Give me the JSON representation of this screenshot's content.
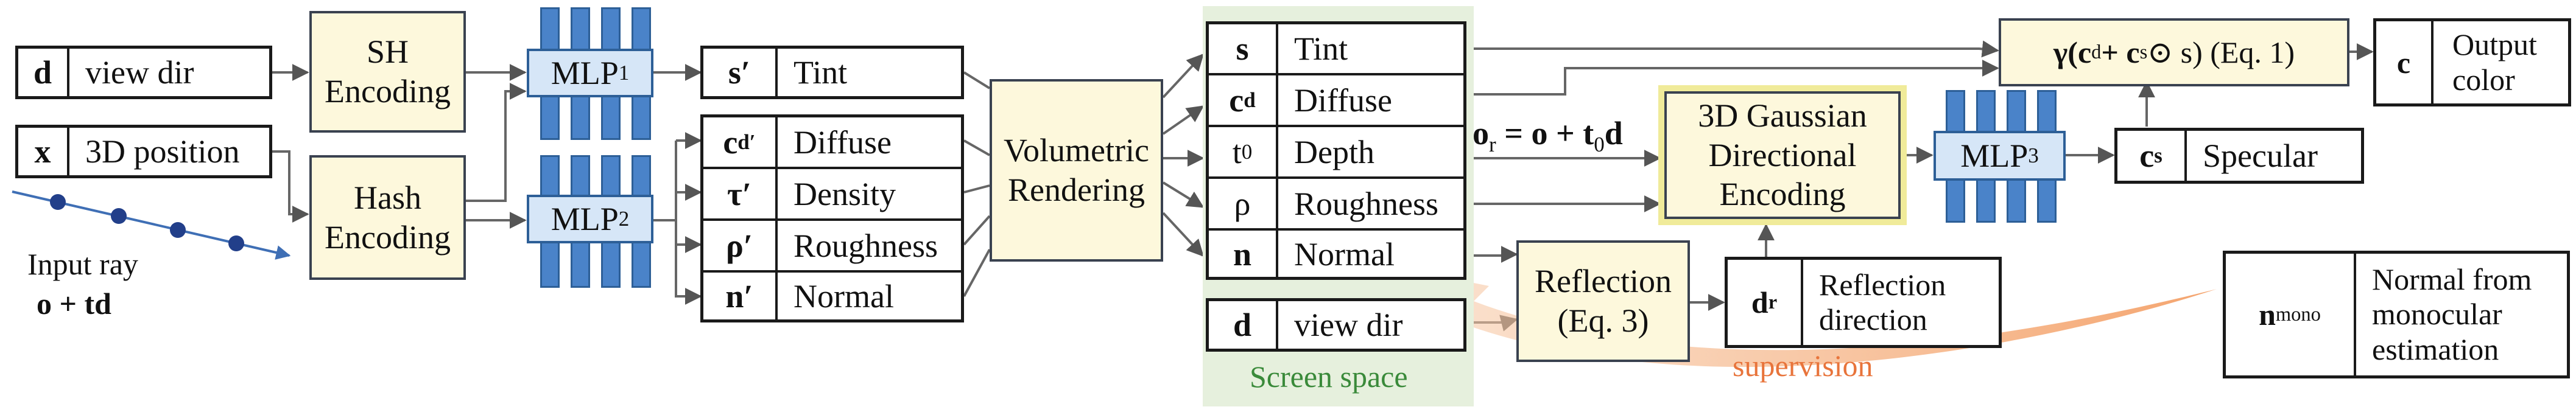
{
  "colors": {
    "accent_blue": "#4a83c9",
    "panel_green": "#e6f0dd",
    "module_yellow": "#fdf8dc",
    "supervision_orange": "#f0a070"
  },
  "inputs": {
    "view_dir": {
      "symbol": "d",
      "label": "view dir"
    },
    "position": {
      "symbol": "x",
      "label": "3D position"
    },
    "ray_label": "Input ray",
    "ray_formula": "o + td"
  },
  "modules": {
    "sh": [
      "SH",
      "Encoding"
    ],
    "hash": [
      "Hash",
      "Encoding"
    ],
    "mlp1": "MLP",
    "mlp1_sub": "1",
    "mlp2": "MLP",
    "mlp2_sub": "2",
    "mlp3": "MLP",
    "mlp3_sub": "3",
    "volumetric": [
      "Volumetric",
      "Rendering"
    ],
    "gaussian": [
      "3D Gaussian",
      "Directional",
      "Encoding"
    ],
    "reflection": [
      "Reflection",
      "(Eq. 3)"
    ]
  },
  "mlp1_out": {
    "symbol": "s′",
    "label": "Tint"
  },
  "mlp2_out": [
    {
      "symbol": "c",
      "sub": "d",
      "prime": "′",
      "label": "Diffuse"
    },
    {
      "symbol": "τ′",
      "label": "Density"
    },
    {
      "symbol": "ρ′",
      "label": "Roughness"
    },
    {
      "symbol": "n′",
      "label": "Normal"
    }
  ],
  "screen": {
    "title": "Screen space",
    "rows": [
      {
        "symbol": "s",
        "label": "Tint"
      },
      {
        "symbol": "c",
        "sub": "d",
        "label": "Diffuse"
      },
      {
        "symbol": "t",
        "sub": "0",
        "label": "Depth"
      },
      {
        "symbol": "ρ",
        "label": "Roughness"
      },
      {
        "symbol": "n",
        "label": "Normal"
      }
    ],
    "view": {
      "symbol": "d",
      "label": "view dir"
    }
  },
  "reflection_origin": "o",
  "reflection_origin_sub": "r",
  "reflection_rhs": "= o + t",
  "reflection_rhs_sub": "0",
  "reflection_rhs_tail": "d",
  "reflection_dir": {
    "symbol": "d",
    "sub": "r",
    "label_1": "Reflection",
    "label_2": "direction"
  },
  "specular": {
    "symbol": "c",
    "sub": "s",
    "label": "Specular"
  },
  "equation": "γ(c",
  "equation_sub_d": "d",
  "equation_plus": " + c",
  "equation_sub_s": "s",
  "equation_tail": " ⊙ s) (Eq. 1)",
  "output": {
    "symbol": "c",
    "label_1": "Output",
    "label_2": "color"
  },
  "mono": {
    "symbol": "n",
    "sub": "mono",
    "label_1": "Normal from",
    "label_2": "monocular",
    "label_3": "estimation"
  },
  "supervision": "supervision"
}
